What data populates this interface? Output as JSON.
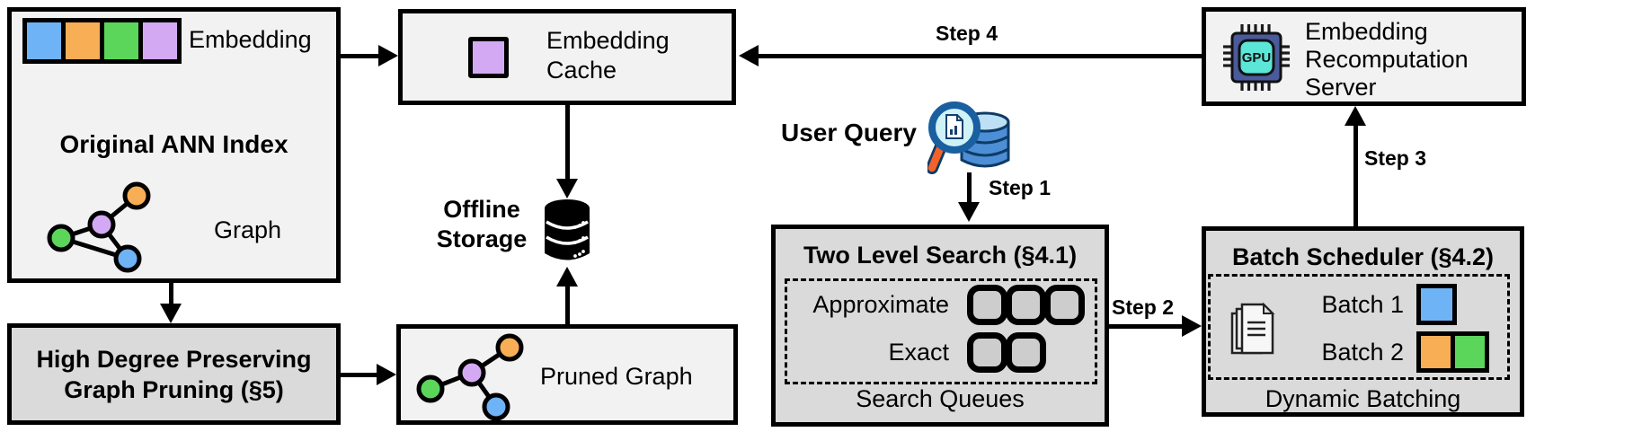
{
  "colors": {
    "embedding_blue": "#6FB3F7",
    "embedding_orange": "#F8AE55",
    "embedding_green": "#5BD65B",
    "embedding_purple": "#D3A9F4",
    "box_light": "#F2F2F2",
    "box_gray": "#DADADA",
    "queue_slot_fill": "#CDCDCD",
    "chip_body": "#4A5B9B",
    "chip_core": "#5BE6D8",
    "query_db_blue": "#4D8FD6",
    "magnifier_handle_orange": "#F2622A",
    "line_black": "#000000"
  },
  "boxes": {
    "original_index": {
      "title": "Original ANN Index",
      "embedding_label": "Embedding",
      "graph_label": "Graph"
    },
    "embedding_cache": {
      "label": "Embedding Cache"
    },
    "recomputation_server": {
      "label": "Embedding Recomputation Server",
      "chip_label": "GPU"
    },
    "graph_pruning": {
      "title": "High Degree Preserving Graph Pruning (§5)"
    },
    "pruned_graph": {
      "label": "Pruned Graph"
    },
    "two_level_search": {
      "title": "Two Level Search (§4.1)",
      "row_approximate": "Approximate",
      "row_exact": "Exact",
      "caption": "Search Queues"
    },
    "batch_scheduler": {
      "title": "Batch Scheduler (§4.2)",
      "batch1": "Batch 1",
      "batch2": "Batch 2",
      "caption": "Dynamic Batching"
    }
  },
  "labels": {
    "offline_storage": "Offline Storage",
    "user_query": "User Query"
  },
  "steps": {
    "s1": "Step 1",
    "s2": "Step 2",
    "s3": "Step 3",
    "s4": "Step 4"
  }
}
